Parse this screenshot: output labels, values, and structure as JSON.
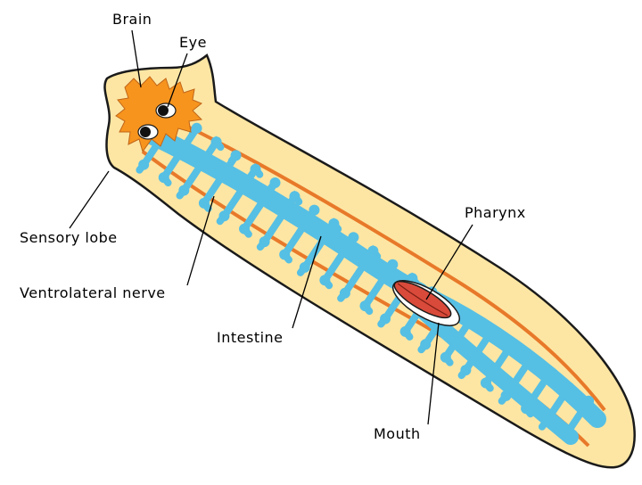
{
  "labels": {
    "brain": "Brain",
    "eye": "Eye",
    "sensory_lobe": "Sensory lobe",
    "ventrolateral_nerve": "Ventrolateral nerve",
    "intestine": "Intestine",
    "pharynx": "Pharynx",
    "mouth": "Mouth"
  },
  "colors": {
    "body": "#fde6a3",
    "outline": "#1a1a1a",
    "brain": "#f7941d",
    "nerve": "#e8792a",
    "intestine": "#56bfe4",
    "pharynx": "#d94a3a",
    "leader_line": "#000000"
  }
}
